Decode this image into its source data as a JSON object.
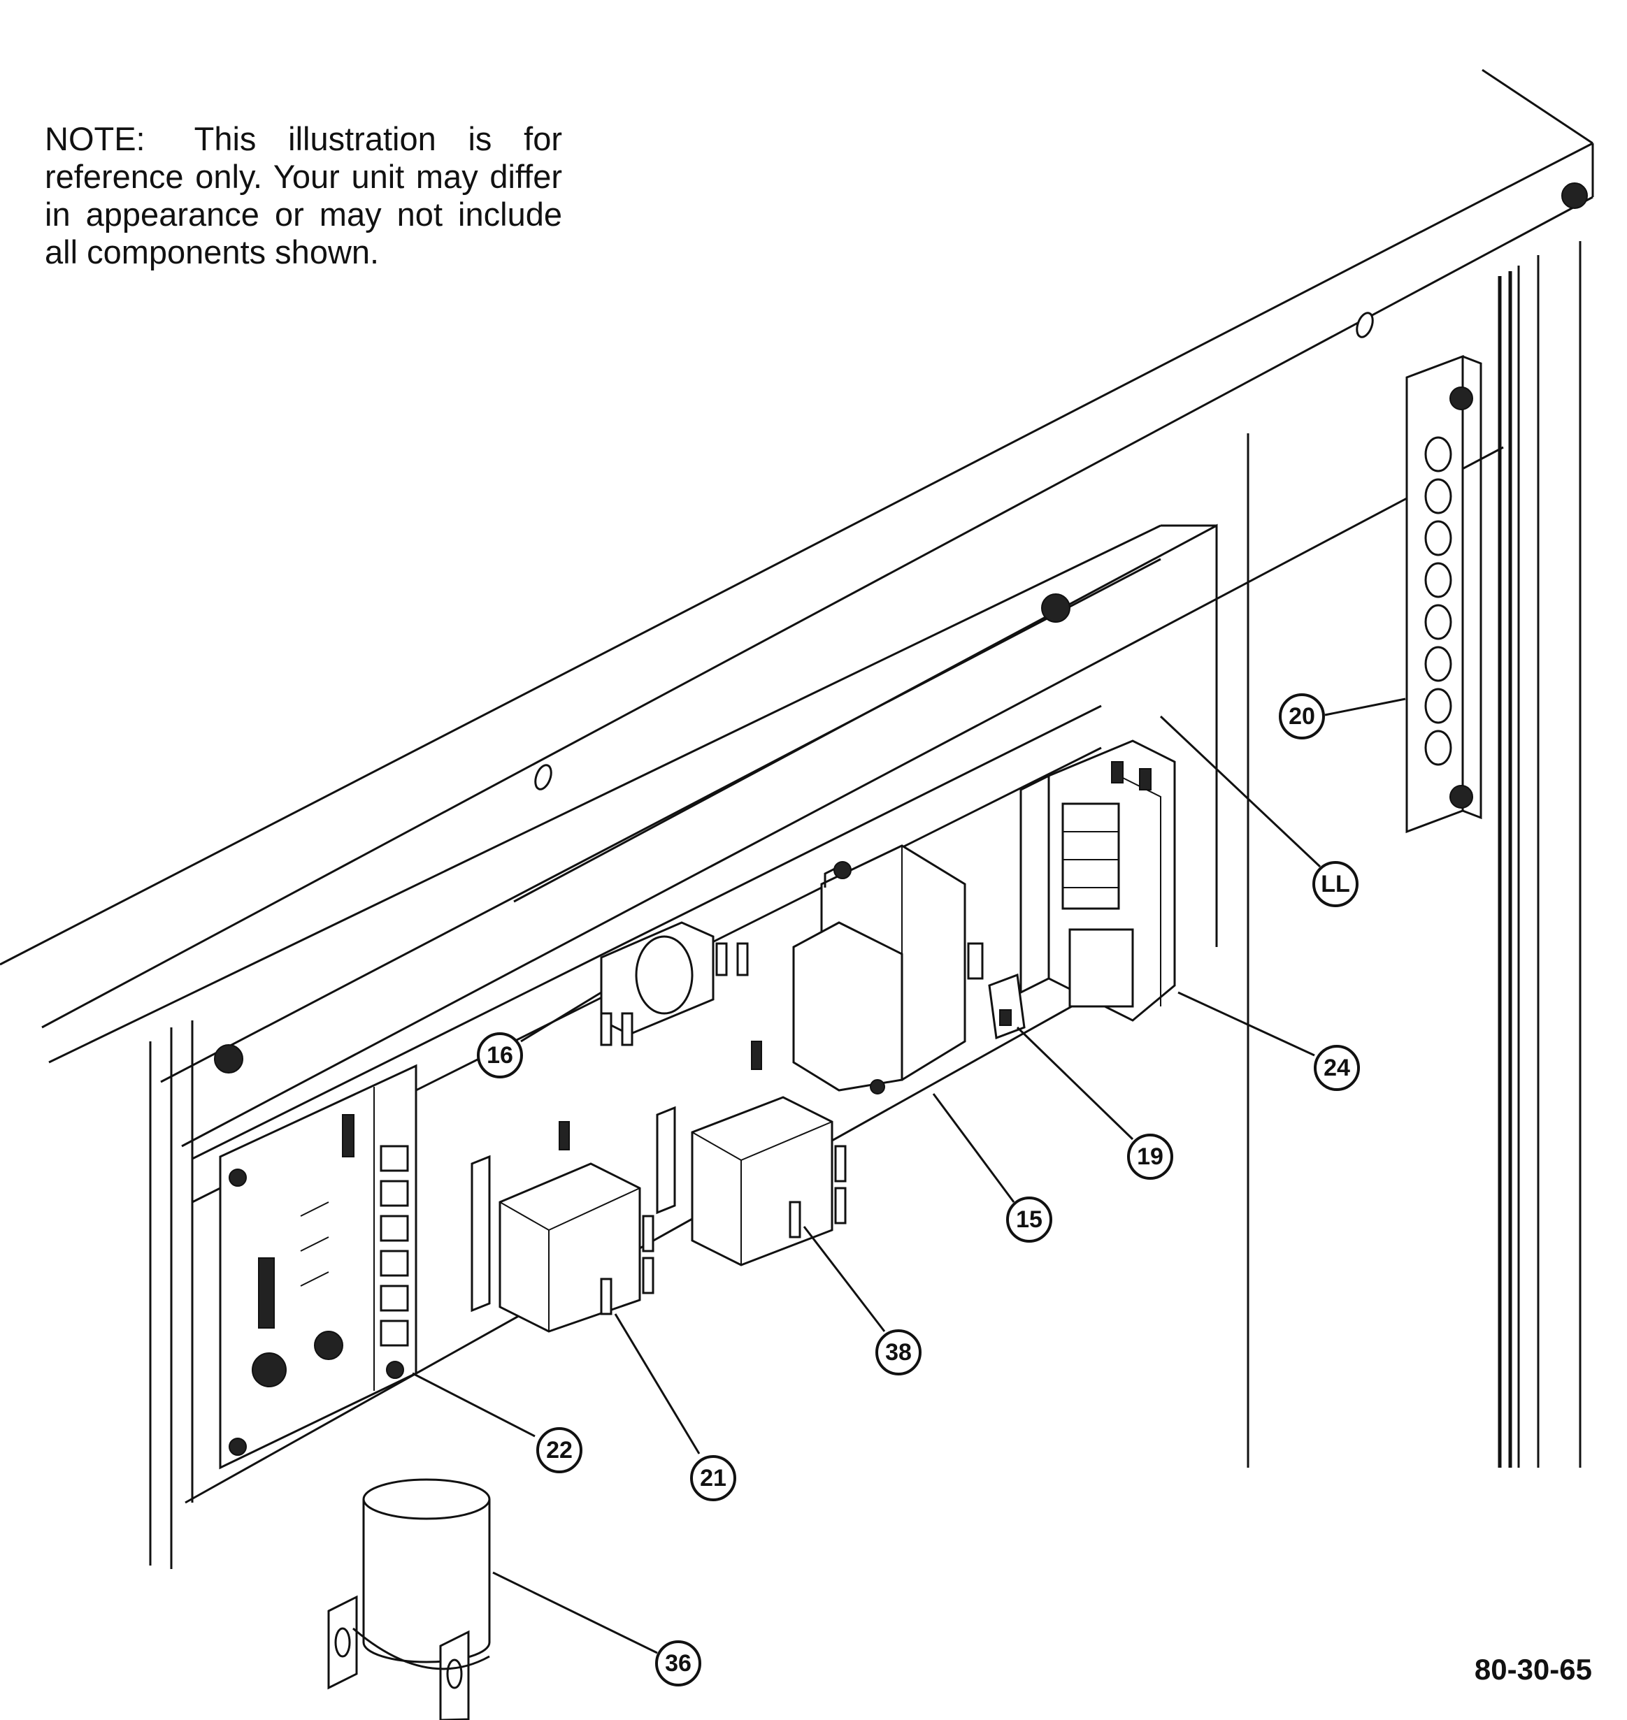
{
  "note": {
    "label": "NOTE:",
    "text": "This illustration is for reference only. Your unit may differ in appearance or may not include all components shown."
  },
  "drawing_number": "80-30-65",
  "callouts": [
    {
      "id": "LL",
      "label": "LL",
      "part": "back-panel"
    },
    {
      "id": "15",
      "label": "15",
      "part": "transformer"
    },
    {
      "id": "16",
      "label": "16",
      "part": "small-relay"
    },
    {
      "id": "19",
      "label": "19",
      "part": "terminal-connector"
    },
    {
      "id": "20",
      "label": "20",
      "part": "terminal-strip"
    },
    {
      "id": "21",
      "label": "21",
      "part": "relay-left"
    },
    {
      "id": "22",
      "label": "22",
      "part": "control-board"
    },
    {
      "id": "24",
      "label": "24",
      "part": "contactor"
    },
    {
      "id": "36",
      "label": "36",
      "part": "capacitor"
    },
    {
      "id": "38",
      "label": "38",
      "part": "relay-right"
    }
  ]
}
